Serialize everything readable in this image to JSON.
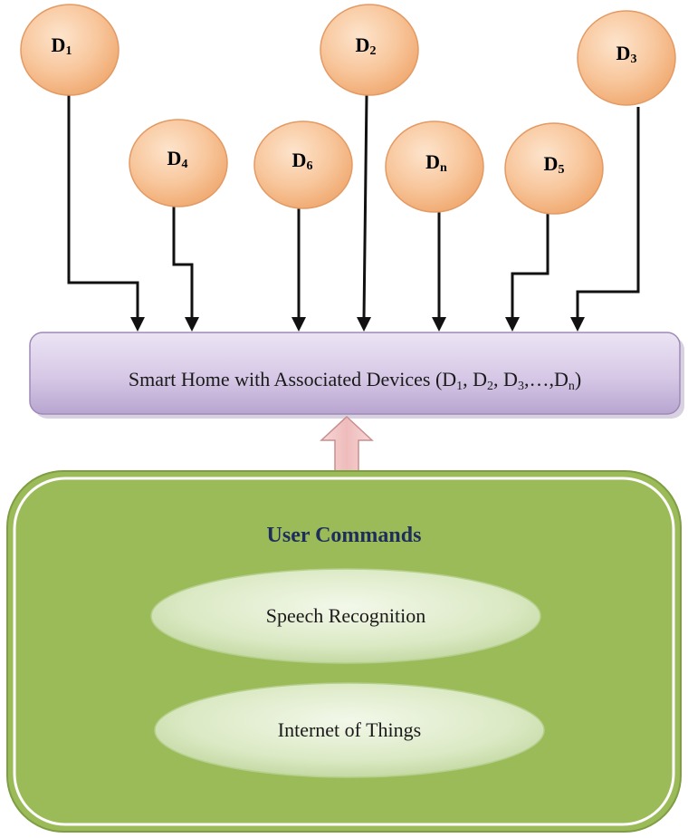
{
  "devices": [
    {
      "id": "d1",
      "letter": "D",
      "sub": "1"
    },
    {
      "id": "d2",
      "letter": "D",
      "sub": "2"
    },
    {
      "id": "d3",
      "letter": "D",
      "sub": "3"
    },
    {
      "id": "d4",
      "letter": "D",
      "sub": "4"
    },
    {
      "id": "d6",
      "letter": "D",
      "sub": "6"
    },
    {
      "id": "dn",
      "letter": "D",
      "sub": "n"
    },
    {
      "id": "d5",
      "letter": "D",
      "sub": "5"
    }
  ],
  "hub": {
    "prefix": "Smart Home with Associated Devices (D",
    "s1": "1",
    "t1": ", D",
    "s2": "2",
    "t2": ", D",
    "s3": "3",
    "t3": ",…,D",
    "sn": "n",
    "suffix": ")"
  },
  "user_commands": {
    "title": "User Commands",
    "items": [
      "Speech Recognition",
      "Internet of Things"
    ]
  },
  "colors": {
    "device_fill": "#f7c49a",
    "device_stroke": "#e0935a",
    "hub_fill": "#d8cce6",
    "hub_stroke": "#8d7aa8",
    "panel_fill": "#9bbb59",
    "panel_stroke": "#76923c",
    "ellipse_fill": "#d9e8bf",
    "up_arrow_fill": "#f2c6c6",
    "up_arrow_stroke": "#c98e8e",
    "title_color": "#1f2d5c"
  }
}
